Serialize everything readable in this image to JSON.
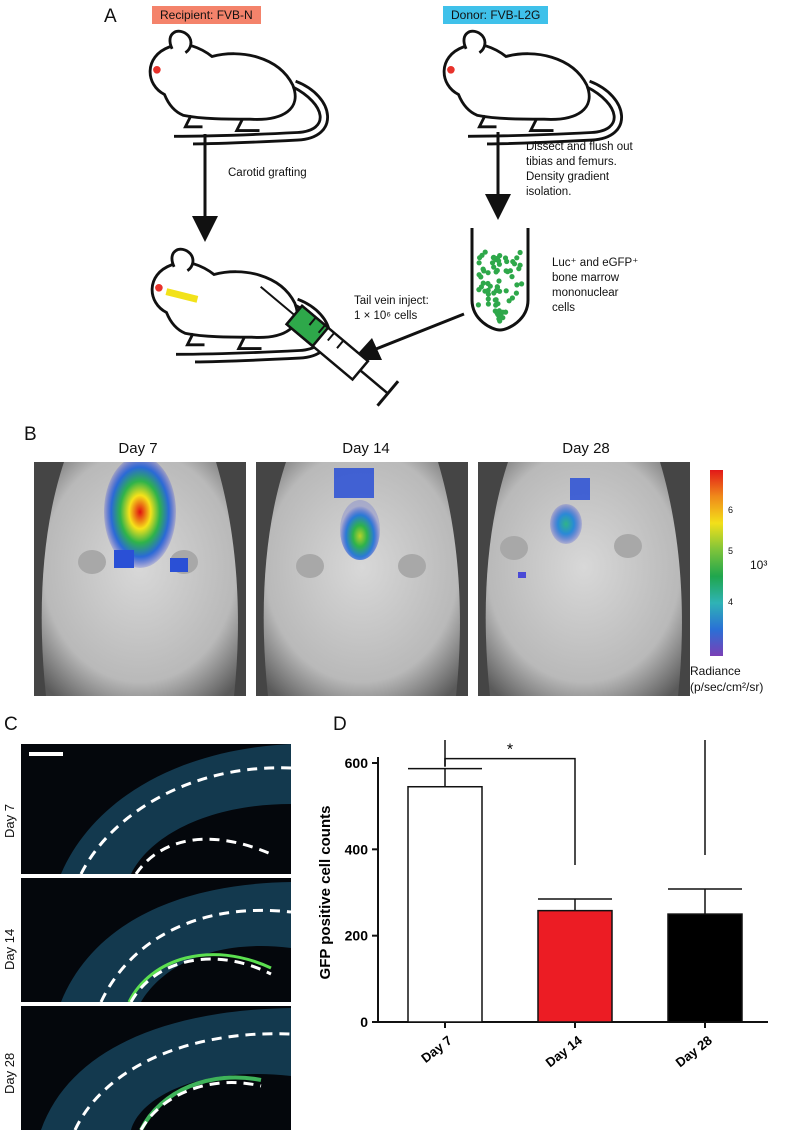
{
  "panel_a": {
    "letter": "A",
    "recipient_tag": "Recipient: FVB-N",
    "donor_tag": "Donor: FVB-L2G",
    "carotid_label": "Carotid grafting",
    "dissect_lines": [
      "Dissect and flush out",
      "tibias and femurs.",
      "Density gradient",
      "isolation."
    ],
    "cells_lines": [
      "Luc⁺ and eGFP⁺",
      "bone marrow",
      "mononuclear",
      "cells"
    ],
    "inject_lines": [
      "Tail vein inject:",
      "1 × 10⁶ cells"
    ],
    "colors": {
      "recipient": "#f4836b",
      "donor": "#3fc1ea",
      "cells": "#2ea84a",
      "graft": "#f2e21a"
    }
  },
  "panel_b": {
    "letter": "B",
    "days": [
      "Day 7",
      "Day 14",
      "Day 28"
    ],
    "colorbar_ticks": [
      "6",
      "5",
      "4"
    ],
    "colorbar_unit": "10³",
    "radiance_lines": [
      "Radiance",
      "(p/sec/cm²/sr)"
    ]
  },
  "panel_c": {
    "letter": "C",
    "days": [
      "Day 7",
      "Day 14",
      "Day 28"
    ]
  },
  "panel_d": {
    "letter": "D"
  },
  "chart_data": {
    "type": "bar",
    "categories": [
      "Day 7",
      "Day 14",
      "Day 28"
    ],
    "values": [
      545,
      258,
      250
    ],
    "errors": [
      42,
      27,
      58
    ],
    "bar_colors": [
      "#ffffff",
      "#ec1c24",
      "#000000"
    ],
    "ylabel": "GFP positive cell counts",
    "xlabel": "",
    "ylim": [
      0,
      600
    ],
    "yticks": [
      0,
      200,
      400,
      600
    ],
    "significance": [
      {
        "from": "Day 7",
        "to": "Day 14",
        "label": "*"
      },
      {
        "from": "Day 7",
        "to": "Day 28",
        "label": "*"
      }
    ]
  }
}
